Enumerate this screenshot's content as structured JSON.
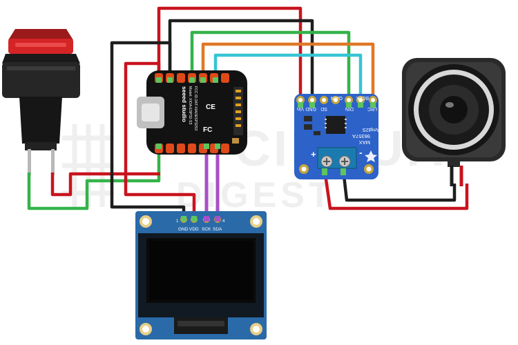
{
  "watermark": {
    "line1": "CIRCUIT",
    "line2": "DIGEST"
  },
  "xiao": {
    "brand": "seeed studio",
    "model": "Model: XIOA-ESP32-S3",
    "fcc": "FCC ID:2AT-XIAOESP32S3",
    "fc_mark": "FC",
    "ce_mark": "CE"
  },
  "amp": {
    "chip_line1": "MAX",
    "chip_line2": "98357A",
    "chip_line3": "I2S",
    "chip_line4": "Amp",
    "pins": [
      "Vin",
      "GND",
      "SD",
      "GAIN",
      "DIN",
      "BCLK",
      "LRC"
    ],
    "plus": "+",
    "minus": "-"
  },
  "oled": {
    "pins": [
      "GND",
      "VDD",
      "SCK",
      "SDA"
    ],
    "pin1": "1",
    "pin4": "4"
  },
  "colors": {
    "wire_red": "#c8141e",
    "wire_black": "#1e1e1e",
    "wire_green": "#34b34a",
    "wire_orange": "#e07826",
    "wire_cyan": "#36c4d4",
    "wire_purple": "#a94fc9",
    "amp_board": "#2d62c8",
    "oled_board": "#2a6aa8",
    "button_red": "#d42426"
  }
}
